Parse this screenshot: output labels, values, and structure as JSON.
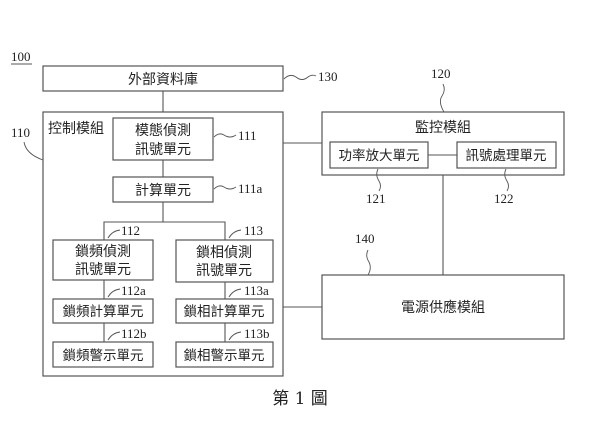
{
  "figure_ref": "100",
  "caption": "第 1 圖",
  "external_db": {
    "label": "外部資料庫",
    "ref": "130"
  },
  "control_module": {
    "label": "控制模組",
    "ref": "110",
    "mode_detect": {
      "line1": "模態偵測",
      "line2": "訊號單元",
      "ref": "111"
    },
    "calc": {
      "label": "計算單元",
      "ref": "111a"
    },
    "freq_lock_detect": {
      "line1": "鎖頻偵測",
      "line2": "訊號單元",
      "ref": "112"
    },
    "freq_lock_calc": {
      "label": "鎖頻計算單元",
      "ref": "112a"
    },
    "freq_lock_alarm": {
      "label": "鎖頻警示單元",
      "ref": "112b"
    },
    "phase_lock_detect": {
      "line1": "鎖相偵測",
      "line2": "訊號單元",
      "ref": "113"
    },
    "phase_lock_calc": {
      "label": "鎖相計算單元",
      "ref": "113a"
    },
    "phase_lock_alarm": {
      "label": "鎖相警示單元",
      "ref": "113b"
    }
  },
  "monitor_module": {
    "label": "監控模組",
    "ref": "120",
    "power_amp": {
      "label": "功率放大單元",
      "ref": "121"
    },
    "signal_proc": {
      "label": "訊號處理單元",
      "ref": "122"
    }
  },
  "power_supply": {
    "label": "電源供應模組",
    "ref": "140"
  }
}
